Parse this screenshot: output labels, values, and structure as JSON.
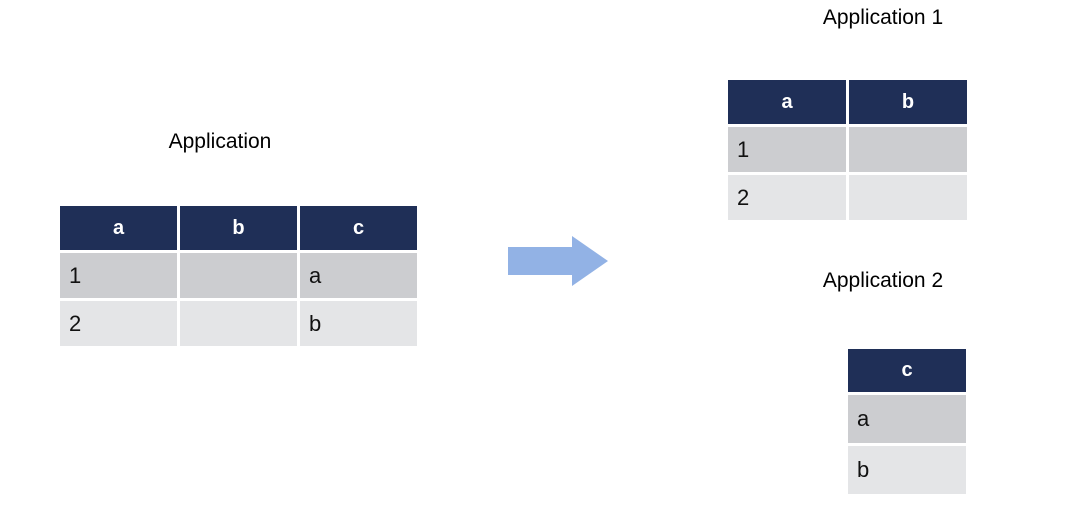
{
  "diagram": {
    "title_source": "Application",
    "title_target_1": "Application 1",
    "title_target_2": "Application 2",
    "arrow": {
      "name": "transformation-arrow",
      "direction": "right",
      "color": "#92b2e5"
    },
    "colors": {
      "header_background": "#1f2f57",
      "header_text": "#ffffff",
      "row_band_dark": "#cccdd0",
      "row_band_light": "#e4e5e7",
      "cell_text": "#111111",
      "page_background": "#ffffff"
    }
  },
  "source_table": {
    "name": "application-table",
    "columns": [
      "a",
      "b",
      "c"
    ],
    "rows": [
      [
        "1",
        "",
        "a"
      ],
      [
        "2",
        "",
        "b"
      ]
    ]
  },
  "target_table_1": {
    "name": "application-1-table",
    "columns": [
      "a",
      "b"
    ],
    "rows": [
      [
        "1",
        ""
      ],
      [
        "2",
        ""
      ]
    ]
  },
  "target_table_2": {
    "name": "application-2-table",
    "columns": [
      "c"
    ],
    "rows": [
      [
        "a"
      ],
      [
        "b"
      ]
    ]
  }
}
